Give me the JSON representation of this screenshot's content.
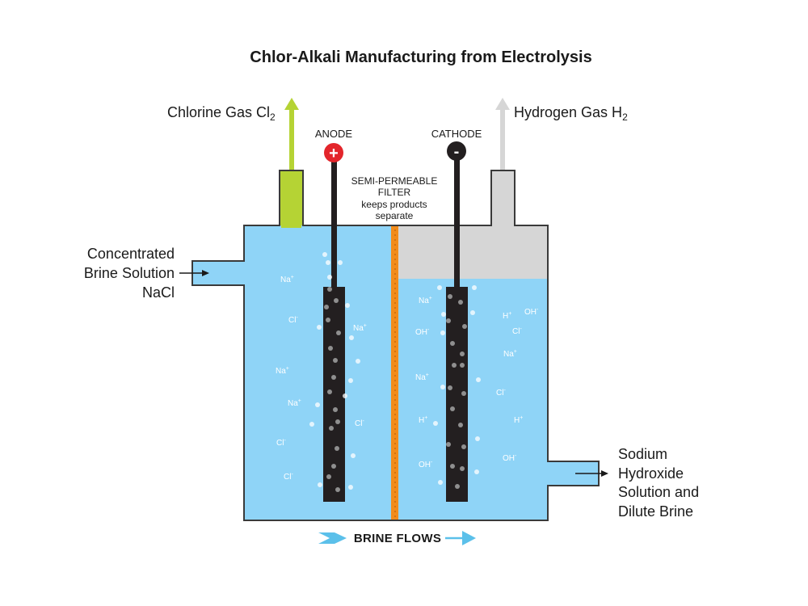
{
  "title": "Chlor-Alkali Manufacturing from Electrolysis",
  "chlorine_label": {
    "text": "Chlorine Gas Cl",
    "sub": "2"
  },
  "hydrogen_label": {
    "text": "Hydrogen Gas H",
    "sub": "2"
  },
  "anode_label": "ANODE",
  "cathode_label": "CATHODE",
  "anode_sign": "+",
  "cathode_sign": "-",
  "filter_label": {
    "line1": "SEMI-PERMEABLE",
    "line2": "FILTER",
    "line3": "keeps products",
    "line4": "separate"
  },
  "inlet_label": {
    "line1": "Concentrated",
    "line2": "Brine Solution",
    "line3": "NaCl"
  },
  "outlet_label": {
    "line1": "Sodium",
    "line2": "Hydroxide",
    "line3": "Solution and",
    "line4": "Dilute Brine"
  },
  "flow_label": "BRINE FLOWS",
  "ions": {
    "left": [
      {
        "base": "Na",
        "sup": "+"
      },
      {
        "base": "Cl",
        "sup": "-"
      },
      {
        "base": "Na",
        "sup": "+"
      },
      {
        "base": "Na",
        "sup": "+"
      },
      {
        "base": "Na",
        "sup": "+"
      },
      {
        "base": "Cl",
        "sup": "-"
      },
      {
        "base": "Cl",
        "sup": "-"
      },
      {
        "base": "Cl",
        "sup": "-"
      }
    ],
    "right": [
      {
        "base": "Na",
        "sup": "+"
      },
      {
        "base": "OH",
        "sup": "-"
      },
      {
        "base": "Na",
        "sup": "+"
      },
      {
        "base": "H",
        "sup": "+"
      },
      {
        "base": "OH",
        "sup": "-"
      },
      {
        "base": "H",
        "sup": "+"
      },
      {
        "base": "OH",
        "sup": "-"
      },
      {
        "base": "Cl",
        "sup": "-"
      },
      {
        "base": "Na",
        "sup": "+"
      },
      {
        "base": "Cl",
        "sup": "-"
      },
      {
        "base": "H",
        "sup": "+"
      },
      {
        "base": "OH",
        "sup": "-"
      }
    ]
  },
  "colors": {
    "brine": "#8fd4f7",
    "gas_space": "#d6d6d6",
    "chlorine": "#b5d334",
    "hydrogen": "#cfcfcf",
    "filter": "#f28c1b",
    "electrode": "#231f20",
    "anode_terminal": "#e3252b",
    "flow_arrow": "#5bc0ea",
    "outline": "#3a3a3a"
  }
}
